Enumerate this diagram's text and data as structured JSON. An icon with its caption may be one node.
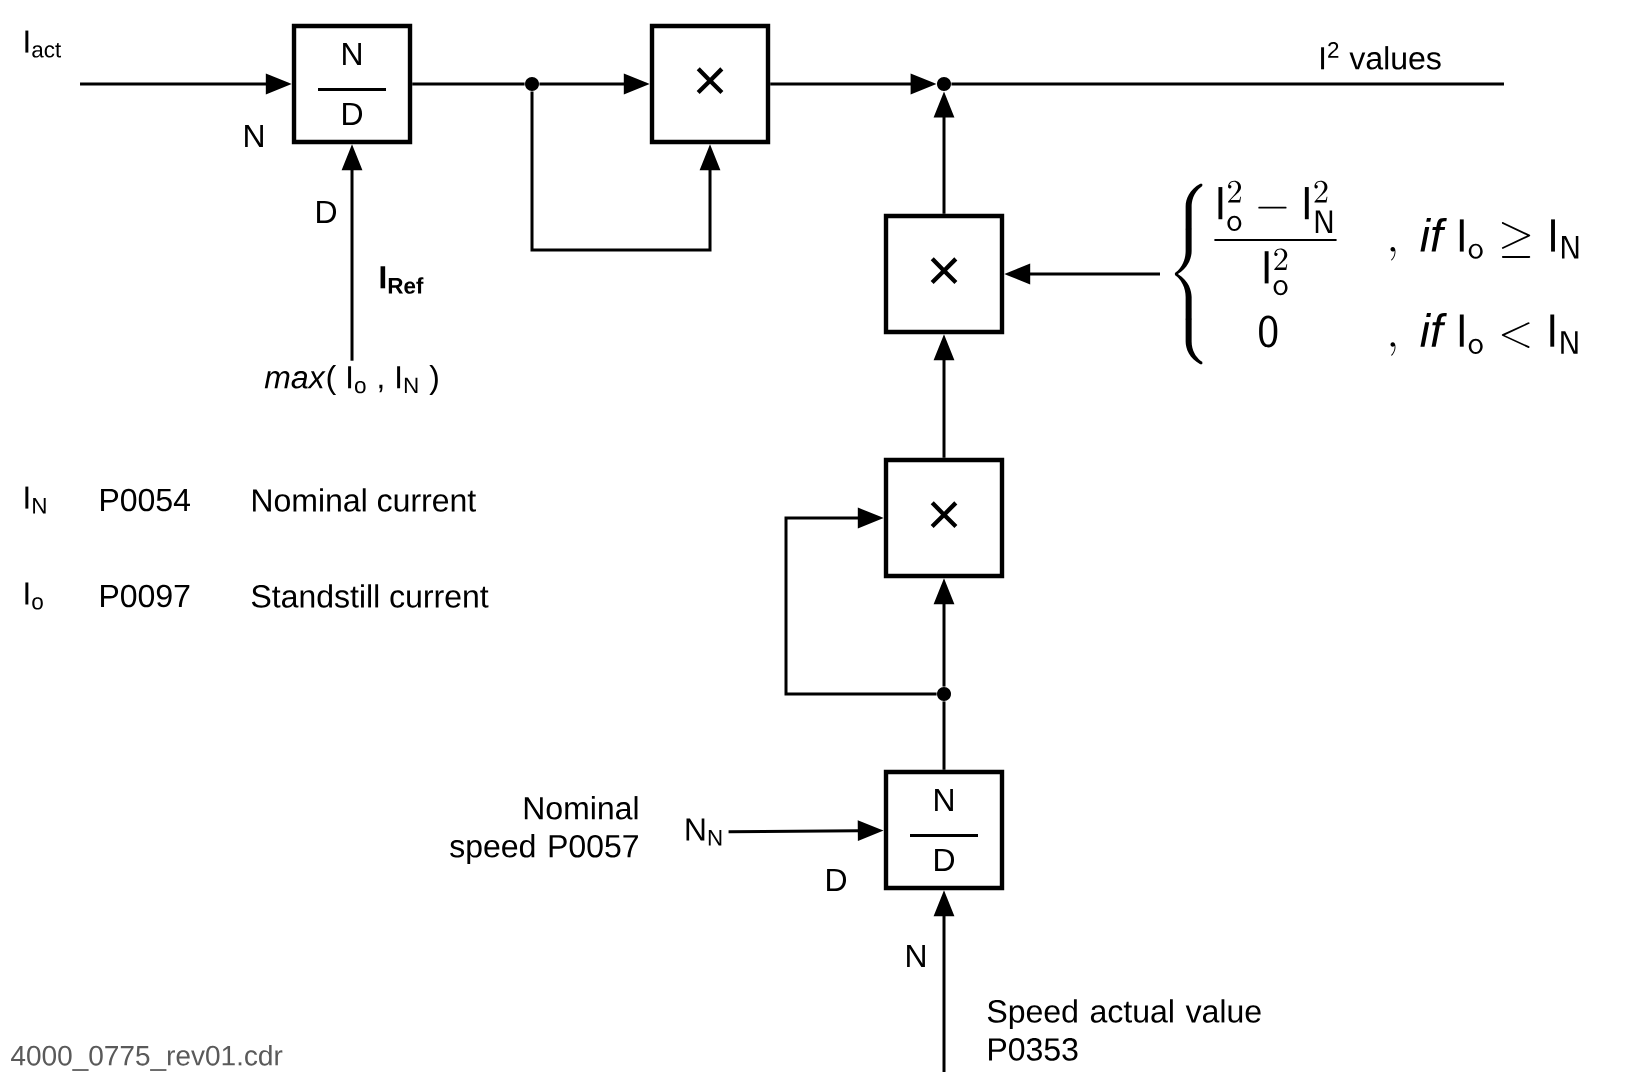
{
  "diagram": {
    "nodes": [
      {
        "text": [
          "N",
          "D"
        ]
      },
      {
        "text": [
          "×"
        ]
      },
      {
        "text": [],
        "shape": "circle"
      },
      {
        "text": [],
        "shape": "circle"
      },
      {
        "text": [
          "×"
        ]
      },
      {
        "text": [
          "×"
        ]
      },
      {
        "text": [],
        "shape": "circle"
      },
      {
        "text": [
          "N",
          "D"
        ]
      },
      {
        "text": [
          "\\begin{cases} \\dfrac{\\mathsf{I}_{\\mathsf{o}}^{2} - \\mathsf{I}_{\\mathsf{N}}^{2}}{\\mathsf{I}_{\\mathsf{o}}^{2}} & ,\\ \\mathit{if}\\ \\mathsf{I}_{\\mathsf{o}} \\geq \\mathsf{I}_{\\mathsf{N}} \\\\[10pt] \\quad\\mathsf{0} & ,\\ \\mathit{if}\\ \\mathsf{I}_{\\mathsf{o}} < \\mathsf{I}_{\\mathsf{N}} \\end{cases}"
        ]
      },
      {
        "text": [
          "*max*( I$_{o}$ , I$_{N}$ )"
        ]
      },
      {
        "text": [
          "N$_{N}$"
        ],
        "beside": [
          "Nominal speed P0057"
        ]
      }
    ],
    "edges": [
      {
        "from": null,
        "to": 0,
        "arrow": "to",
        "label": "I$_{act}$"
      },
      {
        "from": 9,
        "to": 0,
        "arrow": "to",
        "label": "I$_{Ref}$"
      },
      {
        "from": 0,
        "to": 2,
        "arrow": "none"
      },
      {
        "from": 2,
        "to": 1,
        "arrow": "to"
      },
      {
        "from": 2,
        "to": 1,
        "arrow": "to"
      },
      {
        "from": 1,
        "to": 3,
        "arrow": "to"
      },
      {
        "from": 4,
        "to": 3,
        "arrow": "to"
      },
      {
        "from": 3,
        "to": null,
        "arrow": "none",
        "label": "I$^{2}$ values"
      },
      {
        "from": 8,
        "to": 4,
        "arrow": "to"
      },
      {
        "from": 5,
        "to": 4,
        "arrow": "to"
      },
      {
        "from": 6,
        "to": 5,
        "arrow": "to"
      },
      {
        "from": 6,
        "to": 5,
        "arrow": "to"
      },
      {
        "from": 7,
        "to": 6,
        "arrow": "none"
      },
      {
        "from": 10,
        "to": 7,
        "arrow": "to"
      },
      {
        "from": null,
        "to": 7,
        "arrow": "to",
        "label": "Speed actual value P0353"
      }
    ],
    "labels": [
      "N",
      "D",
      "I$_{N}$",
      "P0054",
      "Nominal current",
      "I$_{o}$",
      "P0097",
      "Standstill current",
      "D",
      "N",
      "4000_0775_rev01.cdr"
    ]
  }
}
